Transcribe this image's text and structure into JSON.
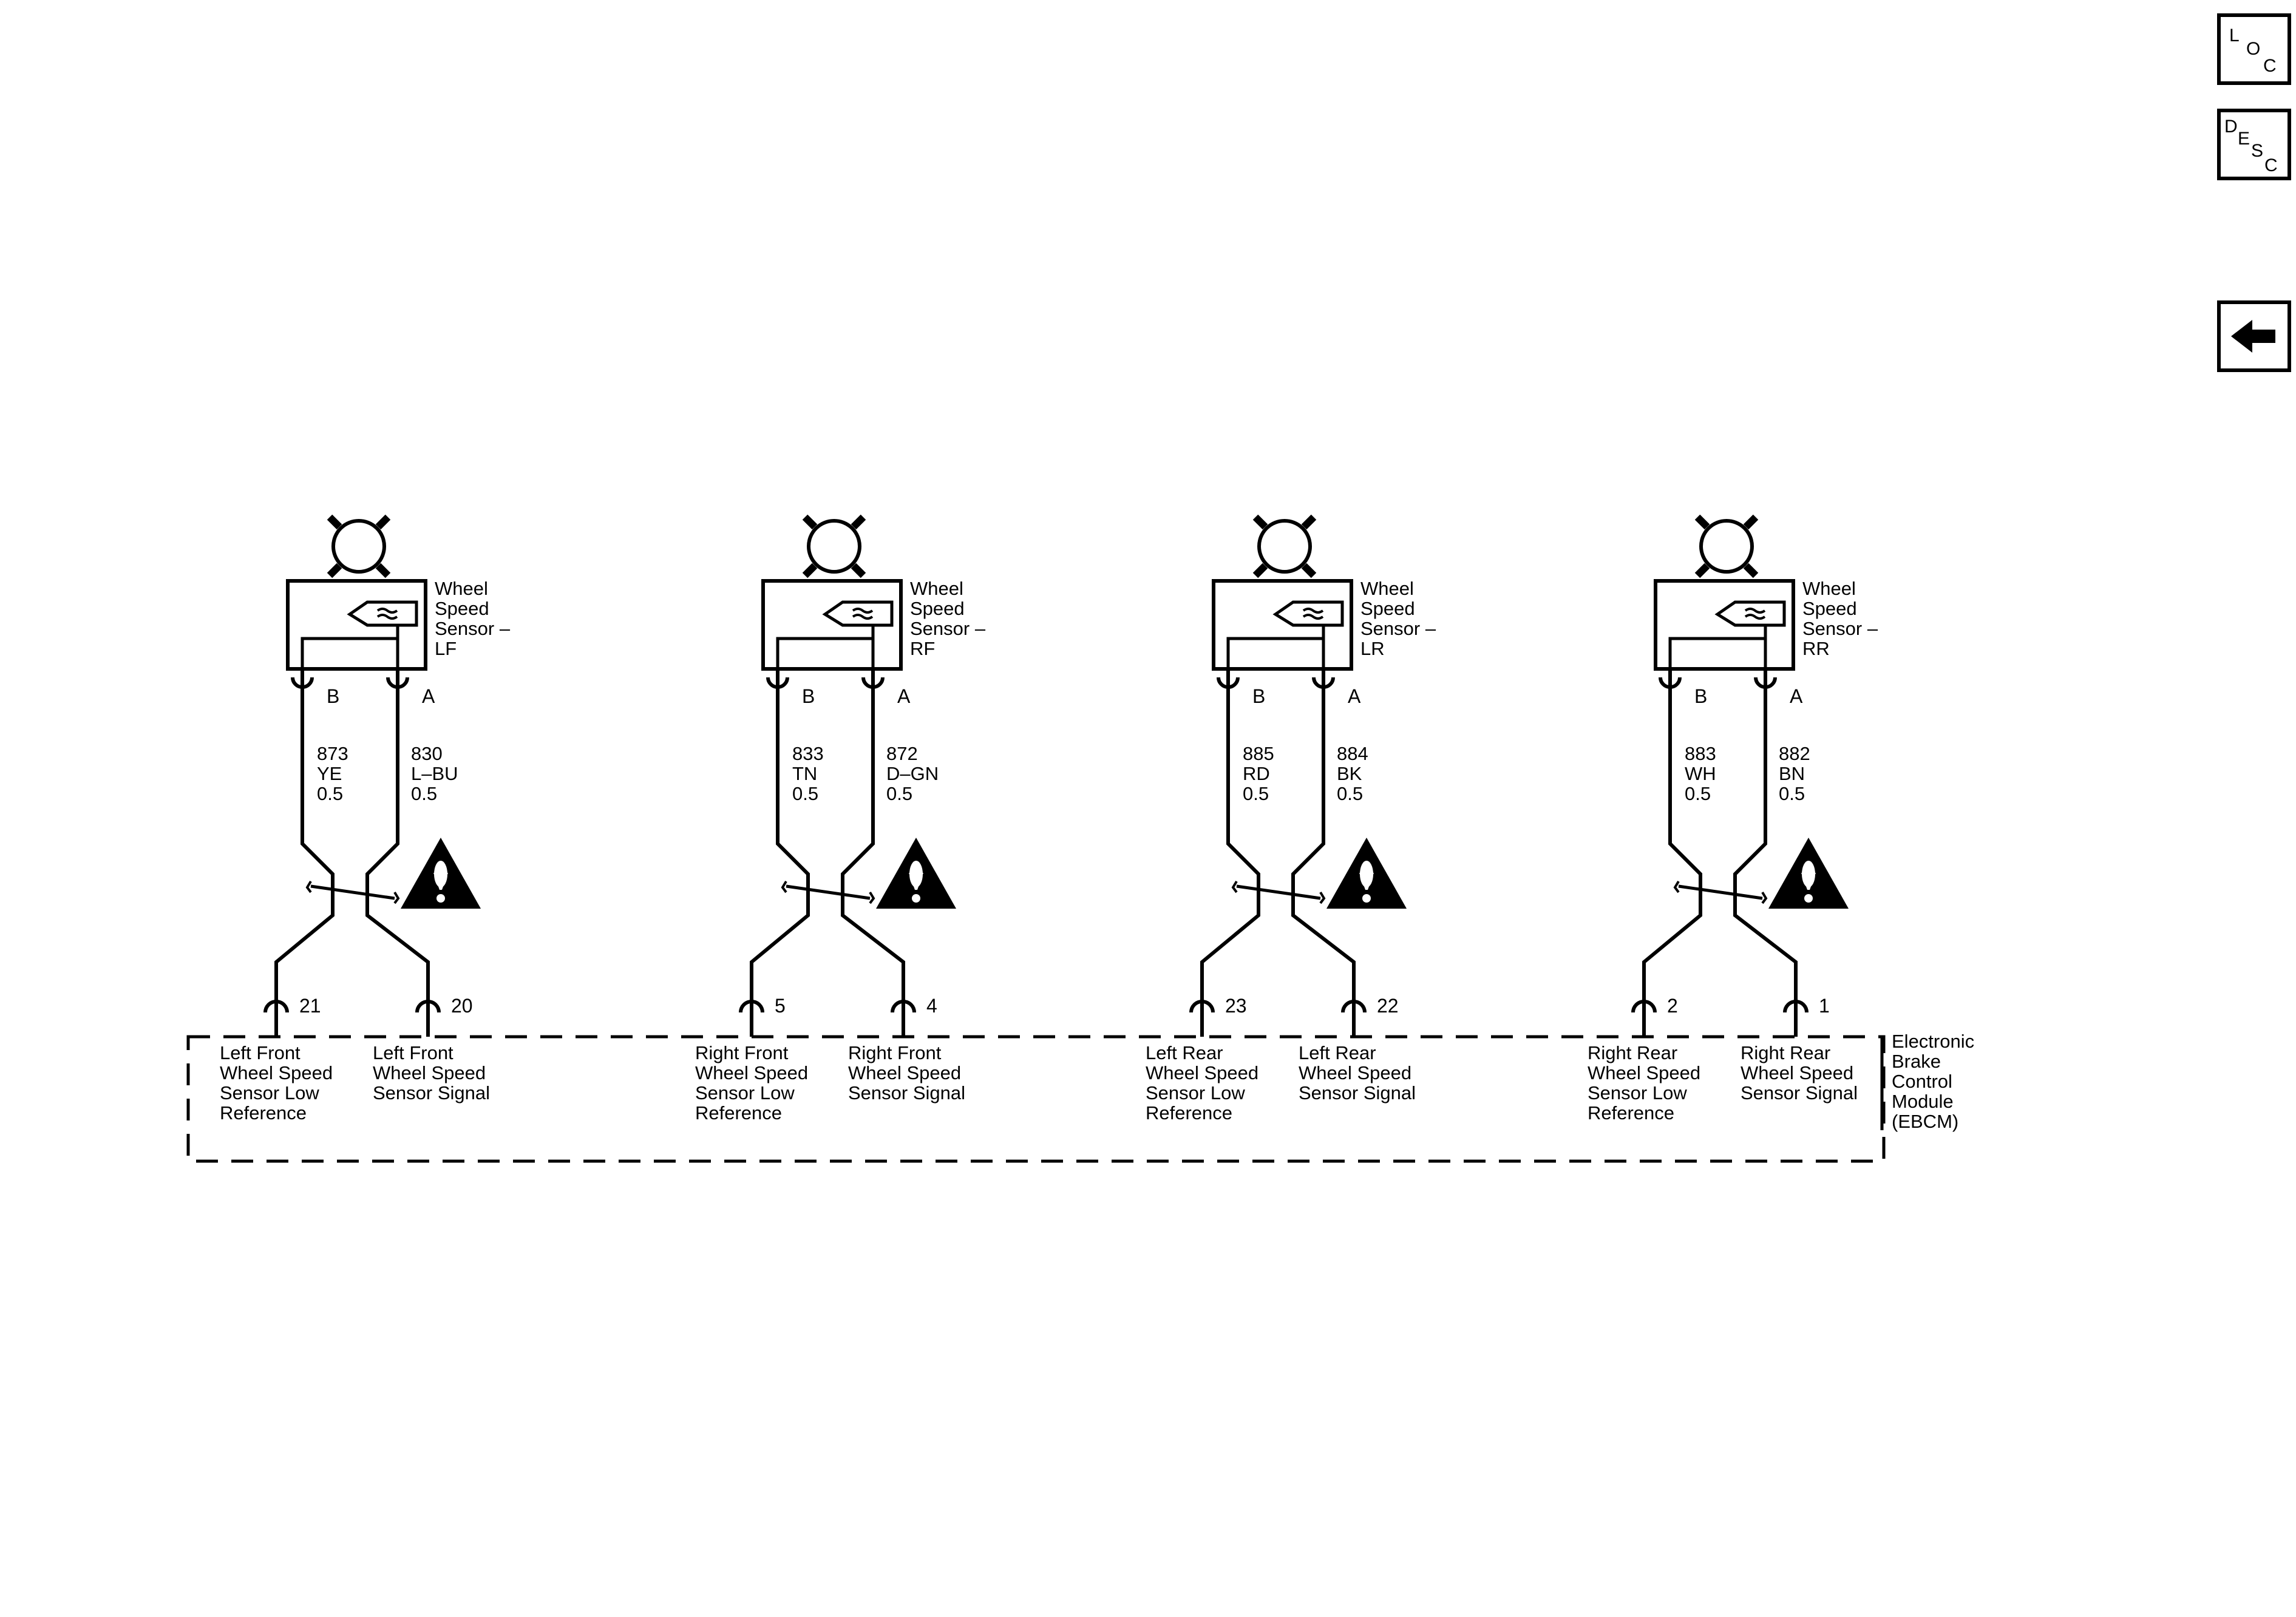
{
  "nav": {
    "loc": {
      "l": "L",
      "o": "O",
      "c": "C"
    },
    "desc": {
      "d": "D",
      "e": "E",
      "s": "S",
      "c": "C"
    }
  },
  "sensors": [
    {
      "name": [
        "Wheel",
        "Speed",
        "Sensor –",
        "LF"
      ],
      "term_b": "B",
      "term_a": "A",
      "wire_b": {
        "circuit": "873",
        "color": "YE",
        "size": "0.5"
      },
      "wire_a": {
        "circuit": "830",
        "color": "L–BU",
        "size": "0.5"
      },
      "pin_b": "21",
      "pin_a": "20",
      "func_b": [
        "Left Front",
        "Wheel Speed",
        "Sensor Low",
        "Reference"
      ],
      "func_a": [
        "Left Front",
        "Wheel Speed",
        "Sensor Signal"
      ]
    },
    {
      "name": [
        "Wheel",
        "Speed",
        "Sensor –",
        "RF"
      ],
      "term_b": "B",
      "term_a": "A",
      "wire_b": {
        "circuit": "833",
        "color": "TN",
        "size": "0.5"
      },
      "wire_a": {
        "circuit": "872",
        "color": "D–GN",
        "size": "0.5"
      },
      "pin_b": "5",
      "pin_a": "4",
      "func_b": [
        "Right Front",
        "Wheel Speed",
        "Sensor Low",
        "Reference"
      ],
      "func_a": [
        "Right Front",
        "Wheel Speed",
        "Sensor Signal"
      ]
    },
    {
      "name": [
        "Wheel",
        "Speed",
        "Sensor –",
        "LR"
      ],
      "term_b": "B",
      "term_a": "A",
      "wire_b": {
        "circuit": "885",
        "color": "RD",
        "size": "0.5"
      },
      "wire_a": {
        "circuit": "884",
        "color": "BK",
        "size": "0.5"
      },
      "pin_b": "23",
      "pin_a": "22",
      "func_b": [
        "Left Rear",
        "Wheel Speed",
        "Sensor Low",
        "Reference"
      ],
      "func_a": [
        "Left Rear",
        "Wheel Speed",
        "Sensor Signal"
      ]
    },
    {
      "name": [
        "Wheel",
        "Speed",
        "Sensor –",
        "RR"
      ],
      "term_b": "B",
      "term_a": "A",
      "wire_b": {
        "circuit": "883",
        "color": "WH",
        "size": "0.5"
      },
      "wire_a": {
        "circuit": "882",
        "color": "BN",
        "size": "0.5"
      },
      "pin_b": "2",
      "pin_a": "1",
      "func_b": [
        "Right Rear",
        "Wheel Speed",
        "Sensor Low",
        "Reference"
      ],
      "func_a": [
        "Right Rear",
        "Wheel Speed",
        "Sensor Signal"
      ]
    }
  ],
  "module": {
    "name": [
      "Electronic",
      "Brake",
      "Control",
      "Module",
      "(EBCM)"
    ]
  }
}
